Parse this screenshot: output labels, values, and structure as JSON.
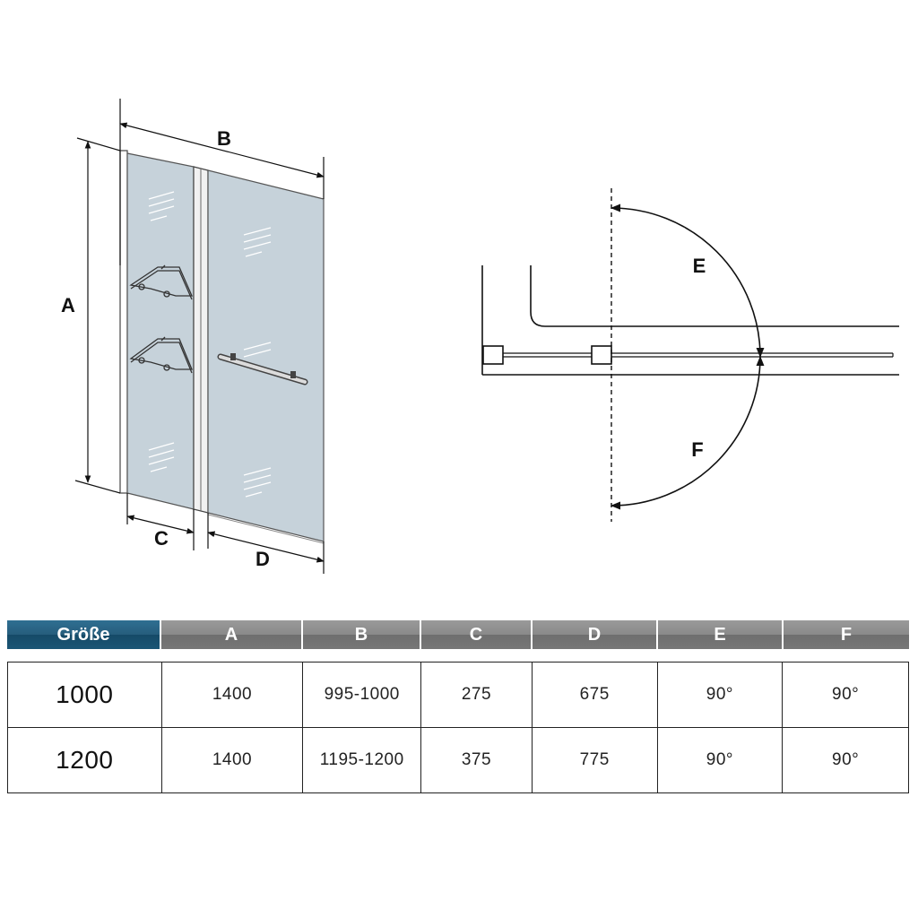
{
  "diagram": {
    "door_labels": {
      "a": "A",
      "b": "B",
      "c": "C",
      "d": "D"
    },
    "swing_labels": {
      "e": "E",
      "f": "F"
    }
  },
  "table": {
    "header": [
      "Größe",
      "A",
      "B",
      "C",
      "D",
      "E",
      "F"
    ],
    "rows": [
      [
        "1000",
        "1400",
        "995-1000",
        "275",
        "675",
        "90°",
        "90°"
      ],
      [
        "1200",
        "1400",
        "1195-1200",
        "375",
        "775",
        "90°",
        "90°"
      ]
    ],
    "header_colors": {
      "first": "#1d5878",
      "rest": "#808080"
    }
  }
}
